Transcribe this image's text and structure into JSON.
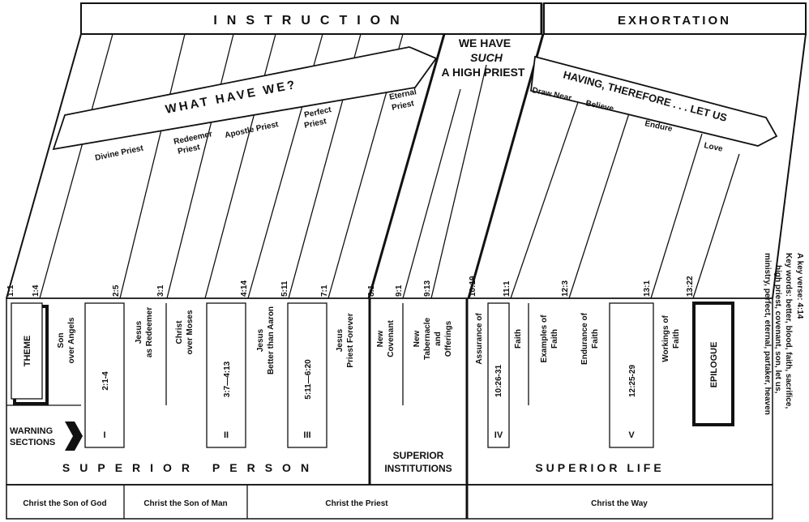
{
  "headers": {
    "instruction": "INSTRUCTION",
    "exhortation": "EXHORTATION"
  },
  "arrows": {
    "left": "WHAT HAVE WE?",
    "middle": [
      "WE HAVE",
      "SUCH",
      "A HIGH PRIEST"
    ],
    "right": "HAVING, THEREFORE . . . LET US"
  },
  "priests": {
    "divine": "Divine Priest",
    "redeemer": [
      "Redeemer",
      "Priest"
    ],
    "apostle": "Apostle Priest",
    "perfect": [
      "Perfect",
      "Priest"
    ],
    "eternal": [
      "Eternal",
      "Priest"
    ]
  },
  "exhort_words": {
    "draw_near": "Draw Near",
    "believe": "Believe",
    "endure": "Endure",
    "love": "Love"
  },
  "references": [
    "1:1",
    "1:4",
    "2:5",
    "3:1",
    "4:14",
    "5:11",
    "7:1",
    "8:1",
    "9:1",
    "9:13",
    "10:19",
    "11:1",
    "12:3",
    "13:1",
    "13:22"
  ],
  "sections": {
    "theme": "THEME",
    "son_over_angels": [
      "Son",
      "over Angels"
    ],
    "jesus_redeemer": [
      "Jesus",
      "as Redeemer"
    ],
    "christ_over_moses": [
      "Christ",
      "over Moses"
    ],
    "jesus_better": [
      "Jesus",
      "Better than Aaron"
    ],
    "jesus_priest_forever": [
      "Jesus",
      "Priest Forever"
    ],
    "new_covenant": [
      "New",
      "Covenant"
    ],
    "new_tabernacle": [
      "New",
      "Tabernacle",
      "and",
      "Offerings"
    ],
    "assurance": "Assurance of",
    "faith": "Faith",
    "examples": [
      "Examples of",
      "Faith"
    ],
    "endurance": [
      "Endurance of",
      "Faith"
    ],
    "workings": [
      "Workings of",
      "Faith"
    ],
    "epilogue": "EPILOGUE"
  },
  "warning": {
    "label": [
      "WARNING",
      "SECTIONS"
    ],
    "refs": [
      "2:1-4",
      "3:7—4:13",
      "5:11—6:20",
      "10:26-31",
      "12:25-29"
    ],
    "numerals": [
      "I",
      "II",
      "III",
      "IV",
      "V"
    ]
  },
  "categories": {
    "person": "SUPERIOR PERSON",
    "institutions": [
      "SUPERIOR",
      "INSTITUTIONS"
    ],
    "life": "SUPERIOR LIFE"
  },
  "footer": [
    "Christ the Son of God",
    "Christ the Son of Man",
    "Christ the Priest",
    "Christ the Way"
  ],
  "side_notes": {
    "key_verse": "A key verse: 4:14",
    "key_words": [
      "Key words: better, blood, faith, sacrifice,",
      "high priest, covenant, son, let us,",
      "ministry, perfect, eternal, partaker, heaven"
    ]
  }
}
